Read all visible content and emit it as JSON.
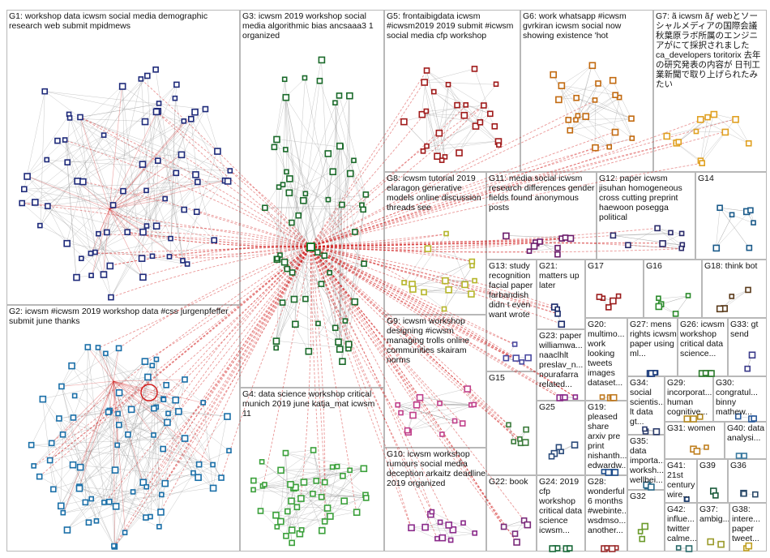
{
  "colors": {
    "edge": "#d01818",
    "edge_gray": "#9a9a9a",
    "frame": "#b8b8b8",
    "hub": "#1a7a2a"
  },
  "groups": [
    {
      "id": "G1",
      "label": "G1: workshop data icwsm social media demographic research web submit mpidmews",
      "color": "#1e2a7a"
    },
    {
      "id": "G2",
      "label": "G2: icwsm #icwsm 2019 workshop data #css jurgenpfeffer submit june thanks",
      "color": "#1a6fa8"
    },
    {
      "id": "G3",
      "label": "G3: icwsm 2019 workshop social media algorithmic bias ancsaaa3 1 organized",
      "color": "#1a6a2a"
    },
    {
      "id": "G4",
      "label": "G4: data science workshop critical munich 2019 june katja_mat icwsm 11",
      "color": "#3aa03a"
    },
    {
      "id": "G5",
      "label": "G5: frontaibigdata icwsm #icwsm2019 2019 submit #icwsm social media cfp workshop",
      "color": "#a01a1a"
    },
    {
      "id": "G6",
      "label": "G6: work whatsapp #icwsm gvrkiran icwsm social now showing existence 'hot",
      "color": "#c26a10"
    },
    {
      "id": "G7",
      "label": "G7: ã icwsm ãƒ webとソーシャルメディアの国際会議 秋葉原ラボ所属のエンジニアがにて採択されました ca_developers toritorix 去年の研究発表の内容が 日刊工業新聞で取り上げられたみたい",
      "color": "#e0a020"
    },
    {
      "id": "G8",
      "label": "G8: icwsm tutorial 2019 elaragon generative models online discussion threads see",
      "color": "#b5b52a"
    },
    {
      "id": "G9",
      "label": "G9: icwsm workshop designing #icwsm managing trolls online communities skairam norms",
      "color": "#c0408a"
    },
    {
      "id": "G10",
      "label": "G10: icwsm workshop rumours social media deception arkaitz deadline 2019 organized",
      "color": "#8a2a8a"
    },
    {
      "id": "G11",
      "label": "G11: media social icwsm research differences gender fields found anonymous posts",
      "color": "#6a1a6a"
    },
    {
      "id": "G12",
      "label": "G12: paper icwsm jisuhan homogeneous cross cutting preprint haewoon posegga political",
      "color": "#2a2a6a"
    },
    {
      "id": "G13",
      "label": "G13: study recognition facial paper farbandish didn t even want wrote",
      "color": "#4a4aa0"
    },
    {
      "id": "G14",
      "label": "G14",
      "color": "#1a5a8a"
    },
    {
      "id": "G15",
      "label": "G15",
      "color": "#3a7a3a"
    },
    {
      "id": "G16",
      "label": "G16",
      "color": "#2a8a2a"
    },
    {
      "id": "G17",
      "label": "G17",
      "color": "#9a1a1a"
    },
    {
      "id": "G18",
      "label": "G18: think bot",
      "color": "#5a3a1a"
    },
    {
      "id": "G19",
      "label": "G19: pleased share arxiv pre print nishanth... edwardw...",
      "color": "#1a4a8a"
    },
    {
      "id": "G20",
      "label": "G20: multimo... work looking tweets images dataset...",
      "color": "#c07a20"
    },
    {
      "id": "G21",
      "label": "G21: matters up later",
      "color": "#1a2a6a"
    },
    {
      "id": "G22",
      "label": "G22: book",
      "color": "#7a2a7a"
    },
    {
      "id": "G23",
      "label": "G23: paper williamwa... naaclhlt preslav_n... nourafarra related...",
      "color": "#8a2a8a"
    },
    {
      "id": "G24",
      "label": "G24: 2019 cfp workshop critical data science icwsm...",
      "color": "#1a6a3a"
    },
    {
      "id": "G25",
      "label": "G25",
      "color": "#2a4a7a"
    },
    {
      "id": "G26",
      "label": "G26: icwsm workshop critical data science...",
      "color": "#2a7a2a"
    },
    {
      "id": "G27",
      "label": "G27: mens rights icwsm paper using ml...",
      "color": "#1a3a7a"
    },
    {
      "id": "G28",
      "label": "G28: wonderful 6 months #webinte... wsdmso... another...",
      "color": "#9a2a2a"
    },
    {
      "id": "G29",
      "label": "G29: incorporat... human cognitive...",
      "color": "#b58a20"
    },
    {
      "id": "G30",
      "label": "G30: congratul... binny mathew...",
      "color": "#2a5a9a"
    },
    {
      "id": "G31",
      "label": "G31: women",
      "color": "#c08020"
    },
    {
      "id": "G32",
      "label": "G32",
      "color": "#6a9a2a"
    },
    {
      "id": "G33",
      "label": "G33: gt send",
      "color": "#3a3a8a"
    },
    {
      "id": "G34",
      "label": "G34: social scientis... lt data gt...",
      "color": "#2a3a6a"
    },
    {
      "id": "G35",
      "label": "G35: data importa... worksh... wellbei...",
      "color": "#2a6a8a"
    },
    {
      "id": "G36",
      "label": "G36",
      "color": "#2a4a6a"
    },
    {
      "id": "G37",
      "label": "G37: ambig...",
      "color": "#9a9a2a"
    },
    {
      "id": "G38",
      "label": "G38: intere... paper tweet...",
      "color": "#c0a020"
    },
    {
      "id": "G39",
      "label": "G39",
      "color": "#1a5a3a"
    },
    {
      "id": "G40",
      "label": "G40: data analysi...",
      "color": "#3a7aa0"
    },
    {
      "id": "G41",
      "label": "G41: 21st century wire...",
      "color": "#1a3a6a"
    },
    {
      "id": "G42",
      "label": "G42: influe... twitter calme...",
      "color": "#2a6a6a"
    }
  ]
}
